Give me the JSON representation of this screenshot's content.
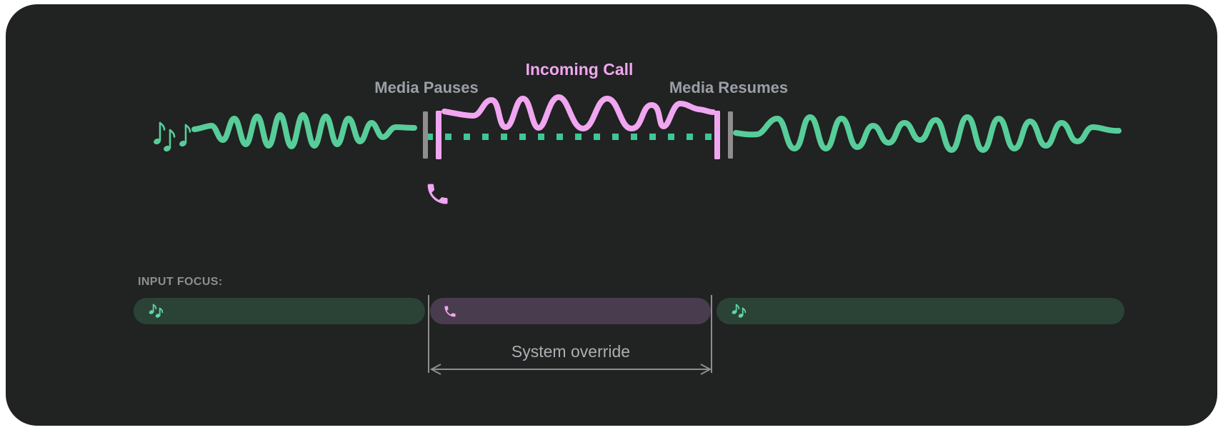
{
  "diagram": {
    "labels": {
      "media_pauses": "Media Pauses",
      "incoming_call": "Incoming Call",
      "media_resumes": "Media Resumes"
    },
    "icons": {
      "media": "music-notes-icon",
      "call": "phone-icon"
    }
  },
  "input_focus": {
    "heading": "INPUT FOCUS:",
    "override_label": "System override",
    "segments": [
      {
        "name": "media-before-call",
        "icon": "music-notes-icon"
      },
      {
        "name": "call-override",
        "icon": "phone-icon"
      },
      {
        "name": "media-after-call",
        "icon": "music-notes-icon"
      }
    ]
  },
  "colors": {
    "page": "#ffffff",
    "background": "#212222",
    "media_green": "#57CD9A",
    "dot_green": "#3EC795",
    "call_pink": "#F0A6F0",
    "label_gray": "#9AA0A6",
    "marker_gray": "#8E8E8E",
    "bar_green_bg": "#2B4337",
    "bar_purple_bg": "#493C4E",
    "icon_green": "#5FD6A4",
    "annotation_gray": "#ABAFB3",
    "guide_gray": "#8E8E8E"
  }
}
